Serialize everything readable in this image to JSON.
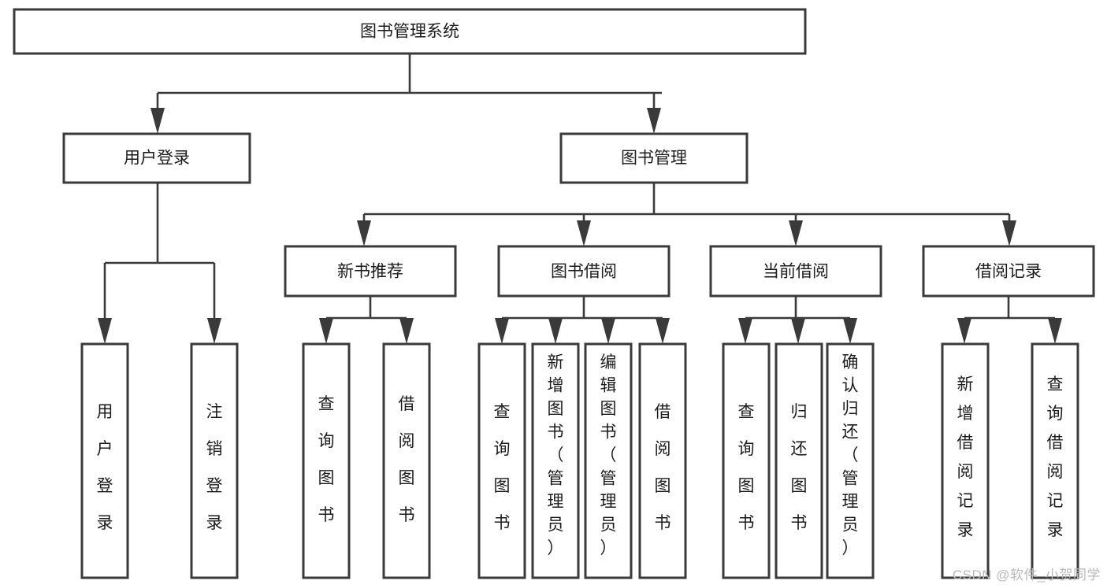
{
  "diagram": {
    "type": "tree-hierarchy",
    "title": "图书管理系统",
    "orientation": "top-down",
    "background_color": "#ffffff",
    "box_stroke_color": "#3a3a3a",
    "box_fill_color": "#ffffff",
    "text_color": "#1b1b1b",
    "connector_color": "#3a3a3a"
  },
  "nodes": {
    "root": {
      "label": "图书管理系统",
      "level": 1
    },
    "l2": [
      {
        "id": "user-login",
        "label": "用户登录",
        "level": 2
      },
      {
        "id": "book-manage",
        "label": "图书管理",
        "level": 2
      }
    ],
    "l3": [
      {
        "id": "new-book-recommend",
        "label": "新书推荐",
        "level": 3
      },
      {
        "id": "book-borrow",
        "label": "图书借阅",
        "level": 3
      },
      {
        "id": "current-borrow",
        "label": "当前借阅",
        "level": 3
      },
      {
        "id": "borrow-record",
        "label": "借阅记录",
        "level": 3
      }
    ],
    "leaves": [
      {
        "id": "leaf-user-login",
        "label": "用户登录",
        "parent": "user-login",
        "align": "bottom"
      },
      {
        "id": "leaf-logout-login",
        "label": "注销登录",
        "parent": "user-login",
        "align": "bottom"
      },
      {
        "id": "leaf-query-book-1",
        "label": "查询图书",
        "parent": "new-book-recommend",
        "align": "middle"
      },
      {
        "id": "leaf-borrow-book-1",
        "label": "借阅图书",
        "parent": "new-book-recommend",
        "align": "middle"
      },
      {
        "id": "leaf-query-book-2",
        "label": "查询图书",
        "parent": "book-borrow",
        "align": "middle"
      },
      {
        "id": "leaf-add-book",
        "label": "新增图书（管理员）",
        "parent": "book-borrow",
        "align": "top"
      },
      {
        "id": "leaf-edit-book",
        "label": "编辑图书（管理员）",
        "parent": "book-borrow",
        "align": "top"
      },
      {
        "id": "leaf-borrow-book-2",
        "label": "借阅图书",
        "parent": "book-borrow",
        "align": "middle"
      },
      {
        "id": "leaf-query-book-3",
        "label": "查询图书",
        "parent": "current-borrow",
        "align": "middle"
      },
      {
        "id": "leaf-return-book",
        "label": "归还图书",
        "parent": "current-borrow",
        "align": "middle"
      },
      {
        "id": "leaf-confirm-return",
        "label": "确认归还（管理员）",
        "parent": "current-borrow",
        "align": "top"
      },
      {
        "id": "leaf-add-record",
        "label": "新增借阅记录",
        "parent": "borrow-record",
        "align": "middle"
      },
      {
        "id": "leaf-query-record",
        "label": "查询借阅记录",
        "parent": "borrow-record",
        "align": "middle"
      }
    ]
  },
  "watermark": {
    "text": "CSDN @软件_小贺同学"
  }
}
